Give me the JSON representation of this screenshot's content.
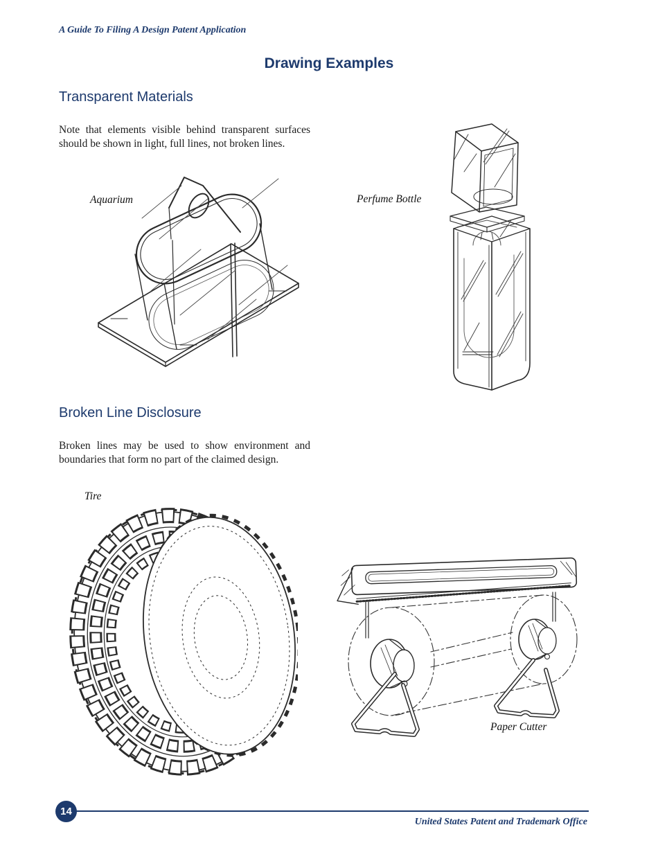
{
  "page": {
    "header": "A Guide To Filing A Design Patent Application",
    "title": "Drawing Examples",
    "footer": {
      "page_number": "14",
      "office": "United States Patent and Trademark Office"
    },
    "colors": {
      "navy": "#1d3a6d",
      "body_text": "#1c1c1c",
      "line_art": "#2b2b2b"
    }
  },
  "sections": [
    {
      "heading": "Transparent Materials",
      "body": "Note that elements visible behind transparent surfaces should be shown in light, full lines, not broken lines.",
      "figures": [
        {
          "label": "Aquarium"
        },
        {
          "label": "Perfume Bottle"
        }
      ]
    },
    {
      "heading": "Broken Line Disclosure",
      "body": "Broken lines may be used to show environment and boundaries that form no part of the claimed design.",
      "figures": [
        {
          "label": "Tire"
        },
        {
          "label": "Paper Cutter"
        }
      ]
    }
  ]
}
